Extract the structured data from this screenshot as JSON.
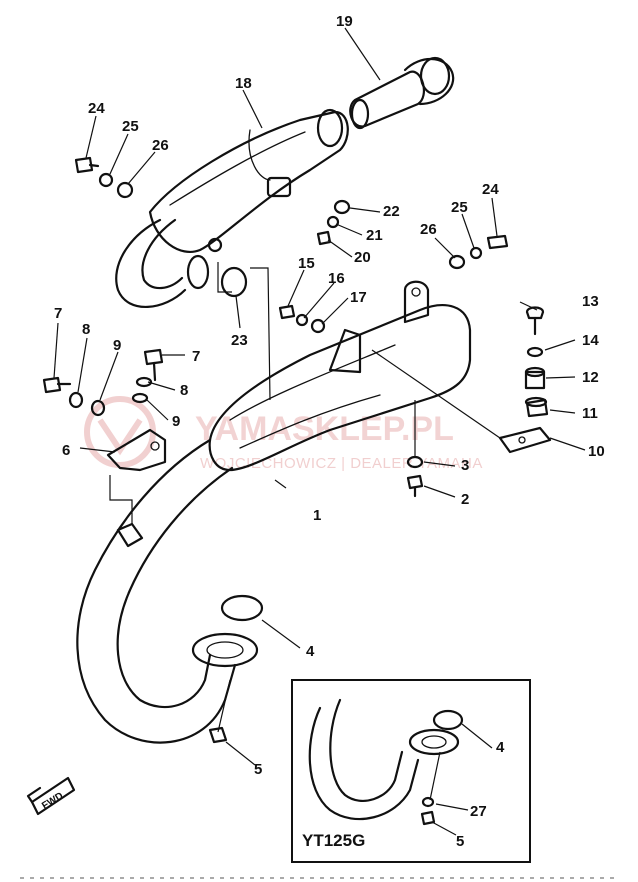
{
  "watermark": {
    "brand": "YAMASKLEP.PL",
    "tagline": "WOJCIECHOWICZ | DEALER YAMAHA"
  },
  "callouts": {
    "c1": "1",
    "c2": "2",
    "c3": "3",
    "c4": "4",
    "c5": "5",
    "c6": "6",
    "c7a": "7",
    "c7b": "7",
    "c8a": "8",
    "c8b": "8",
    "c9a": "9",
    "c9b": "9",
    "c10": "10",
    "c11": "11",
    "c12": "12",
    "c13": "13",
    "c14": "14",
    "c15": "15",
    "c16": "16",
    "c17": "17",
    "c18": "18",
    "c19": "19",
    "c20": "20",
    "c21": "21",
    "c22": "22",
    "c23": "23",
    "c24a": "24",
    "c24b": "24",
    "c25a": "25",
    "c25b": "25",
    "c26a": "26",
    "c26b": "26"
  },
  "inset": {
    "title": "YT125G",
    "c4": "4",
    "c27": "27",
    "c5": "5"
  },
  "fwd_arrow": "FWD"
}
